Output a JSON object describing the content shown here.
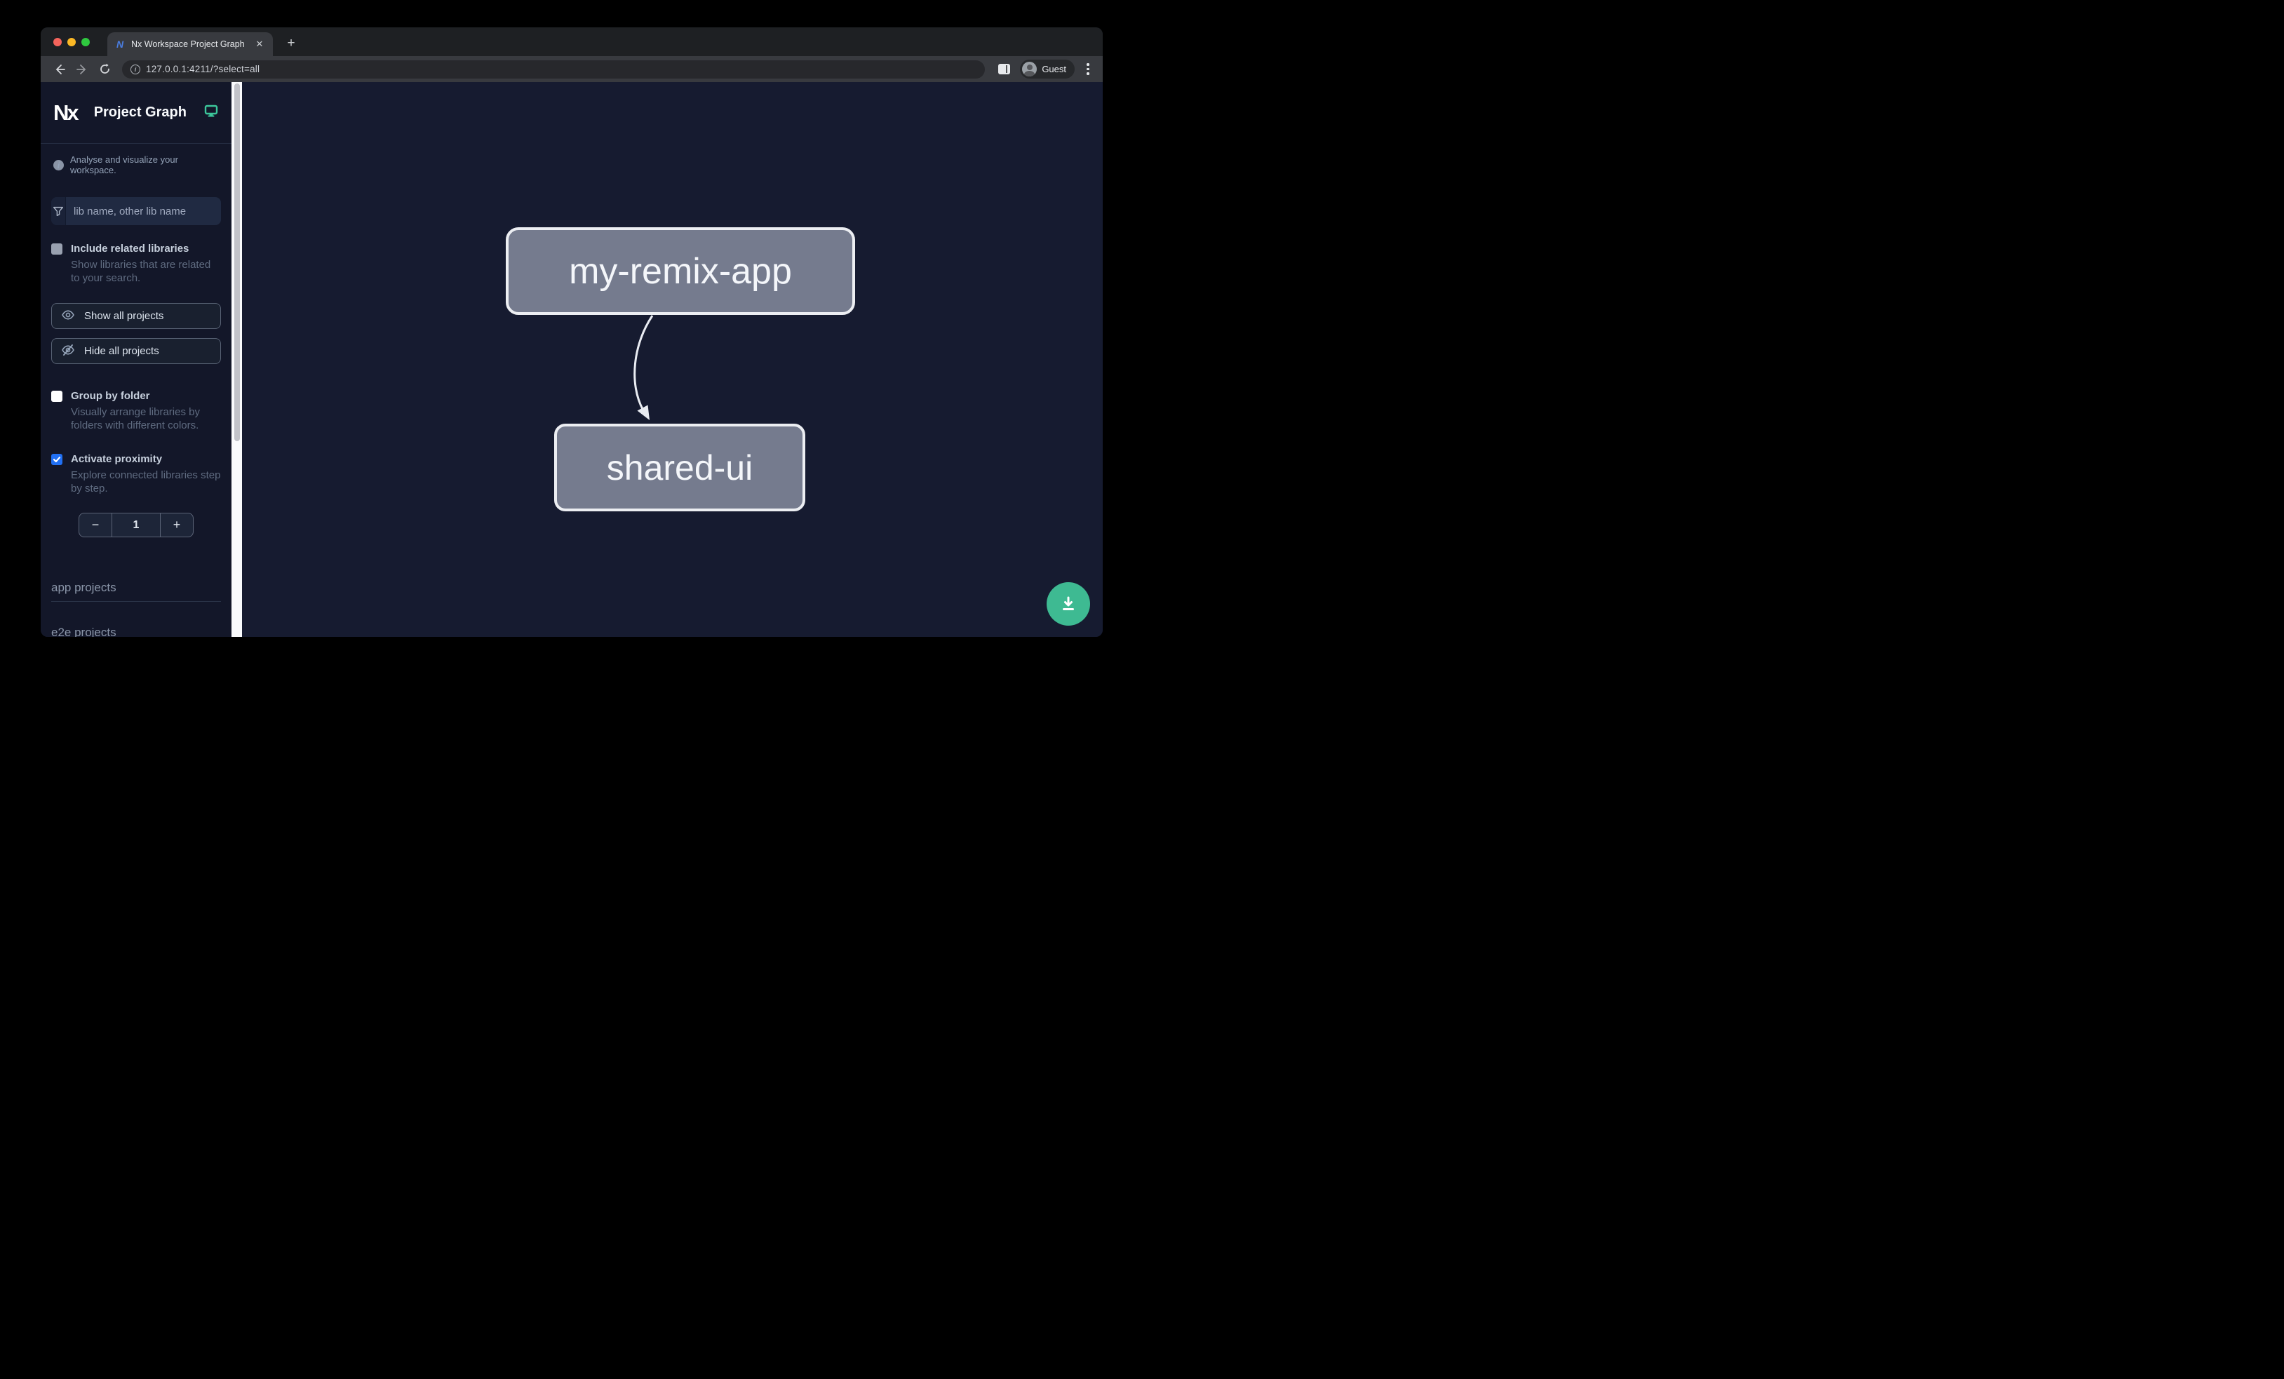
{
  "browser": {
    "tab": {
      "title": "Nx Workspace Project Graph",
      "favicon_letter": "N",
      "close_glyph": "✕",
      "new_tab_glyph": "+"
    },
    "url": "127.0.0.1:4211/?select=all",
    "profile_label": "Guest"
  },
  "sidebar": {
    "logo_text": "Nx",
    "title": "Project Graph",
    "tagline": "Analyse and visualize your workspace.",
    "search": {
      "placeholder": "lib name, other lib name",
      "value": ""
    },
    "options": [
      {
        "label": "Include related libraries",
        "description": "Show libraries that are related to your search.",
        "checked": false,
        "disabled": true
      },
      {
        "label": "Group by folder",
        "description": "Visually arrange libraries by folders with different colors.",
        "checked": false,
        "disabled": false
      },
      {
        "label": "Activate proximity",
        "description": "Explore connected libraries step by step.",
        "checked": true,
        "disabled": false
      }
    ],
    "buttons": [
      {
        "label": "Show all projects",
        "icon": "eye-icon"
      },
      {
        "label": "Hide all projects",
        "icon": "eye-off-icon"
      }
    ],
    "proximity_stepper": {
      "decrement_glyph": "−",
      "value": "1",
      "increment_glyph": "+"
    },
    "sections": [
      {
        "label": "app projects"
      },
      {
        "label": "e2e projects"
      }
    ]
  },
  "graph": {
    "nodes": [
      {
        "label": "my-remix-app"
      },
      {
        "label": "shared-ui"
      }
    ],
    "edges": [
      {
        "from": "my-remix-app",
        "to": "shared-ui"
      }
    ]
  },
  "colors": {
    "accent_green": "#3eba92",
    "checkbox_blue": "#2170f3",
    "node_fill": "#757b8e",
    "node_border": "#eceef2",
    "canvas_bg": "#161b30",
    "sidebar_bg": "#131729",
    "traffic_red": "#f4645c",
    "traffic_yellow": "#fbb825",
    "traffic_green": "#2fc93f"
  }
}
